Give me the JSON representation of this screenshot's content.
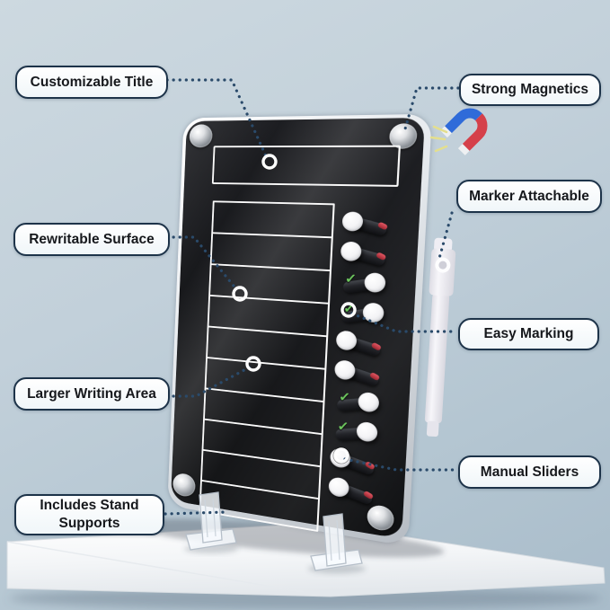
{
  "callouts": [
    {
      "id": "customizable-title",
      "label": "Customizable Title"
    },
    {
      "id": "strong-magnetics",
      "label": "Strong Magnetics"
    },
    {
      "id": "marker-attachable",
      "label": "Marker Attachable"
    },
    {
      "id": "rewritable-surface",
      "label": "Rewritable Surface"
    },
    {
      "id": "easy-marking",
      "label": "Easy Marking"
    },
    {
      "id": "larger-writing-area",
      "label": "Larger Writing Area"
    },
    {
      "id": "manual-sliders",
      "label": "Manual Sliders"
    },
    {
      "id": "includes-stand-supports",
      "label": "Includes Stand Supports"
    }
  ],
  "board": {
    "row_count": 10,
    "corner_screws": 4,
    "has_title_box": true,
    "check_glyph": "✓",
    "sliders": [
      "unchecked",
      "unchecked",
      "checked",
      "checked",
      "unchecked",
      "unchecked",
      "checked",
      "checked",
      "unchecked",
      "unchecked"
    ]
  },
  "icons": {
    "magnet": "magnet-icon",
    "marker": "marker-pen",
    "stands": "stand-supports",
    "screws": "corner-screw-icon"
  },
  "colors": {
    "background_top": "#cdd9e0",
    "background_bottom": "#a9bcca",
    "callout_border": "#1d3349",
    "callout_bg": "#ffffff",
    "callout_text": "#16181c",
    "dotted_line": "#2a4a6a",
    "board_black": "#0e0f12",
    "line_white": "#fafafa",
    "check_green": "#66c25a",
    "mark_red": "#c63843",
    "magnet_blue": "#2f6bd9",
    "magnet_red": "#d5404a",
    "pedestal_white": "#f4f6f8"
  }
}
